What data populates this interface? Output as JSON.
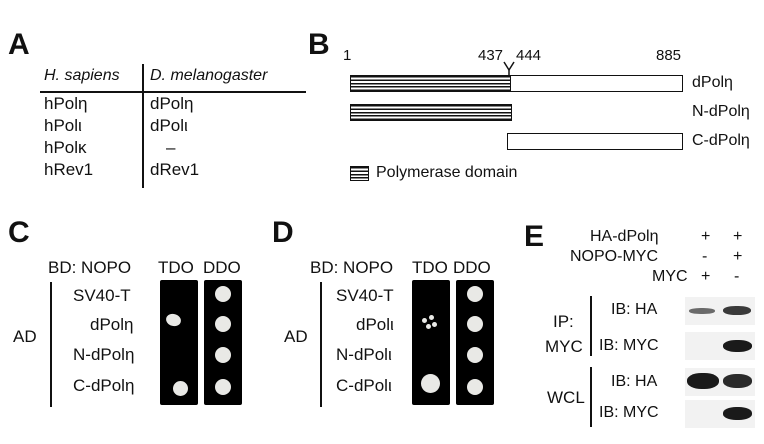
{
  "panels": {
    "A": {
      "letter": "A",
      "col_headers": [
        "H. sapiens",
        "D. melanogaster"
      ],
      "rows": [
        {
          "human": "hPolη",
          "fly": "dPolη"
        },
        {
          "human": "hPolι",
          "fly": "dPolι"
        },
        {
          "human": "hPolκ",
          "fly": "–"
        },
        {
          "human": "hRev1",
          "fly": "dRev1"
        }
      ]
    },
    "B": {
      "letter": "B",
      "positions": [
        "1",
        "437",
        "444",
        "885"
      ],
      "constructs": [
        "dPolη",
        "N-dPolη",
        "C-dPolη"
      ],
      "legend": "Polymerase domain"
    },
    "C": {
      "letter": "C",
      "bd_label": "BD: NOPO",
      "media": [
        "TDO",
        "DDO"
      ],
      "ad_label": "AD",
      "rows": [
        "SV40-T",
        "dPolη",
        "N-dPolη",
        "C-dPolη"
      ],
      "growth_tdo": [
        false,
        true,
        false,
        true
      ],
      "growth_ddo": [
        true,
        true,
        true,
        true
      ]
    },
    "D": {
      "letter": "D",
      "bd_label": "BD: NOPO",
      "media": [
        "TDO",
        "DDO"
      ],
      "ad_label": "AD",
      "rows": [
        "SV40-T",
        "dPolι",
        "N-dPolι",
        "C-dPolι"
      ],
      "growth_tdo": [
        false,
        true,
        false,
        true
      ],
      "growth_ddo": [
        true,
        true,
        true,
        true
      ]
    },
    "E": {
      "letter": "E",
      "conditions": [
        {
          "label": "HA-dPolη",
          "marks": [
            "+",
            "+"
          ]
        },
        {
          "label": "NOPO-MYC",
          "marks": [
            "-",
            "+"
          ]
        },
        {
          "label": "MYC",
          "marks": [
            "+",
            "-"
          ]
        }
      ],
      "ip_label_1": "IP:",
      "ip_label_2": "MYC",
      "wcl_label": "WCL",
      "blots": [
        "IB: HA",
        "IB: MYC",
        "IB: HA",
        "IB: MYC"
      ]
    }
  }
}
